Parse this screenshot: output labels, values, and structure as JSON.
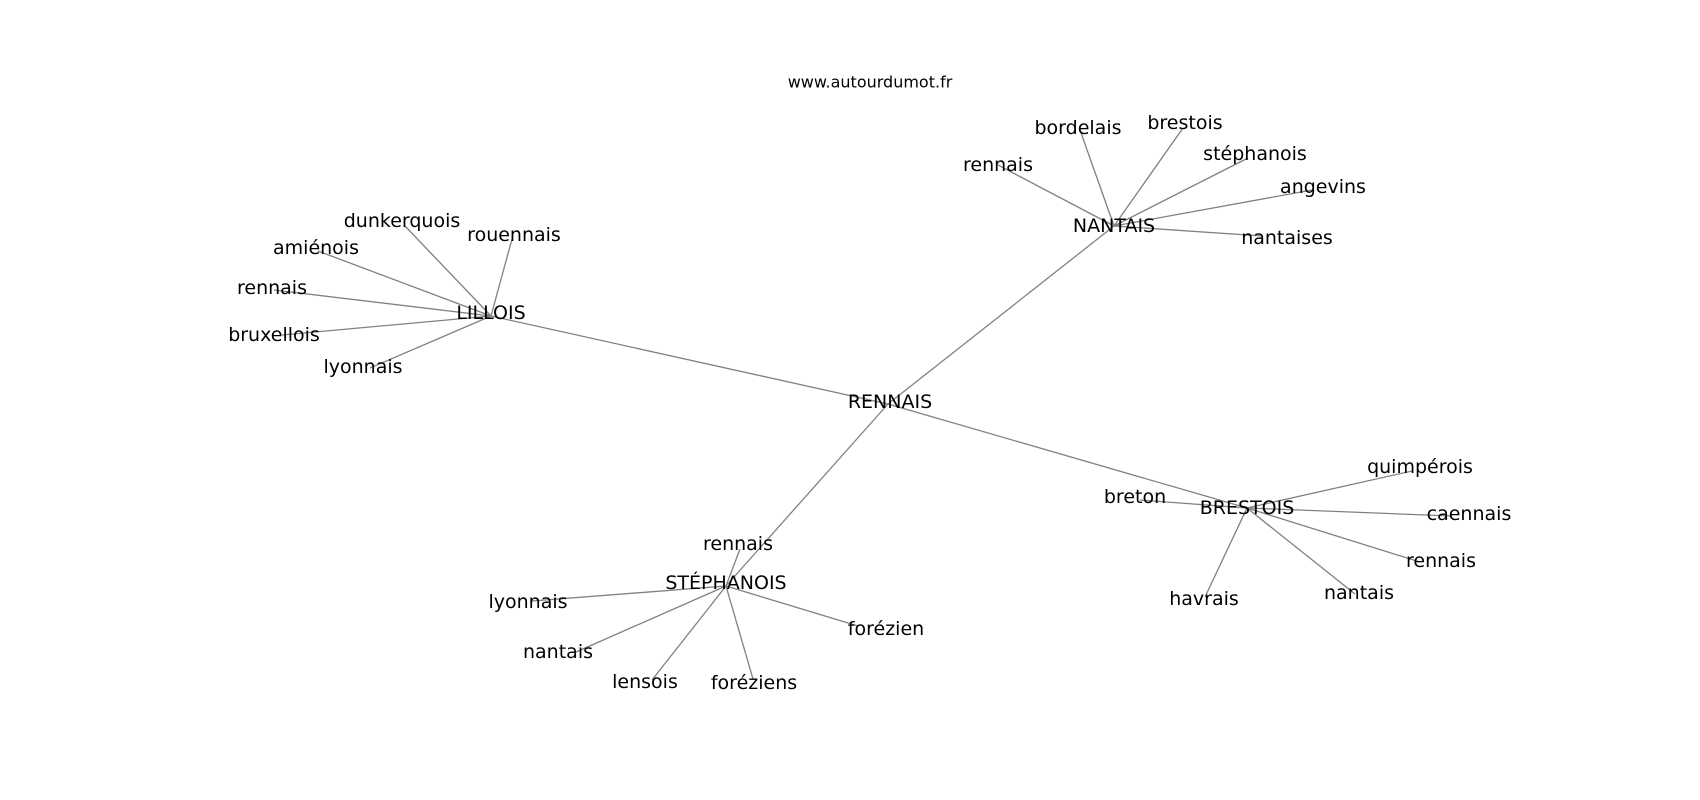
{
  "watermark": "www.autourdumot.fr",
  "colors": {
    "edge": "#808080",
    "text": "#000000",
    "background": "#ffffff"
  },
  "graph": {
    "nodes": [
      {
        "id": "rennais_center",
        "label": "RENNAIS"
      },
      {
        "id": "nantais_hub",
        "label": "NANTAIS"
      },
      {
        "id": "lillois_hub",
        "label": "LILLOIS"
      },
      {
        "id": "brestois_hub",
        "label": "BRESTOIS"
      },
      {
        "id": "stephanois_hub",
        "label": "STÉPHANOIS"
      },
      {
        "id": "n_rennais",
        "label": "rennais"
      },
      {
        "id": "n_bordelais",
        "label": "bordelais"
      },
      {
        "id": "n_brestois",
        "label": "brestois"
      },
      {
        "id": "n_stephanois",
        "label": "stéphanois"
      },
      {
        "id": "n_angevins",
        "label": "angevins"
      },
      {
        "id": "n_nantaises",
        "label": "nantaises"
      },
      {
        "id": "l_dunkerquois",
        "label": "dunkerquois"
      },
      {
        "id": "l_rouennais",
        "label": "rouennais"
      },
      {
        "id": "l_amienois",
        "label": "amiénois"
      },
      {
        "id": "l_rennais",
        "label": "rennais"
      },
      {
        "id": "l_bruxellois",
        "label": "bruxellois"
      },
      {
        "id": "l_lyonnais",
        "label": "lyonnais"
      },
      {
        "id": "b_breton",
        "label": "breton"
      },
      {
        "id": "b_quimperois",
        "label": "quimpérois"
      },
      {
        "id": "b_caennais",
        "label": "caennais"
      },
      {
        "id": "b_rennais",
        "label": "rennais"
      },
      {
        "id": "b_nantais",
        "label": "nantais"
      },
      {
        "id": "b_havrais",
        "label": "havrais"
      },
      {
        "id": "s_rennais",
        "label": "rennais"
      },
      {
        "id": "s_lyonnais",
        "label": "lyonnais"
      },
      {
        "id": "s_nantais",
        "label": "nantais"
      },
      {
        "id": "s_lensois",
        "label": "lensois"
      },
      {
        "id": "s_foreziens",
        "label": "foréziens"
      },
      {
        "id": "s_forezien",
        "label": "forézien"
      }
    ],
    "edges": [
      [
        "rennais_center",
        "nantais_hub"
      ],
      [
        "rennais_center",
        "lillois_hub"
      ],
      [
        "rennais_center",
        "brestois_hub"
      ],
      [
        "rennais_center",
        "stephanois_hub"
      ],
      [
        "nantais_hub",
        "n_rennais"
      ],
      [
        "nantais_hub",
        "n_bordelais"
      ],
      [
        "nantais_hub",
        "n_brestois"
      ],
      [
        "nantais_hub",
        "n_stephanois"
      ],
      [
        "nantais_hub",
        "n_angevins"
      ],
      [
        "nantais_hub",
        "n_nantaises"
      ],
      [
        "lillois_hub",
        "l_dunkerquois"
      ],
      [
        "lillois_hub",
        "l_rouennais"
      ],
      [
        "lillois_hub",
        "l_amienois"
      ],
      [
        "lillois_hub",
        "l_rennais"
      ],
      [
        "lillois_hub",
        "l_bruxellois"
      ],
      [
        "lillois_hub",
        "l_lyonnais"
      ],
      [
        "brestois_hub",
        "b_breton"
      ],
      [
        "brestois_hub",
        "b_quimperois"
      ],
      [
        "brestois_hub",
        "b_caennais"
      ],
      [
        "brestois_hub",
        "b_rennais"
      ],
      [
        "brestois_hub",
        "b_nantais"
      ],
      [
        "brestois_hub",
        "b_havrais"
      ],
      [
        "stephanois_hub",
        "s_rennais"
      ],
      [
        "stephanois_hub",
        "s_lyonnais"
      ],
      [
        "stephanois_hub",
        "s_nantais"
      ],
      [
        "stephanois_hub",
        "s_lensois"
      ],
      [
        "stephanois_hub",
        "s_foreziens"
      ],
      [
        "stephanois_hub",
        "s_forezien"
      ]
    ]
  }
}
